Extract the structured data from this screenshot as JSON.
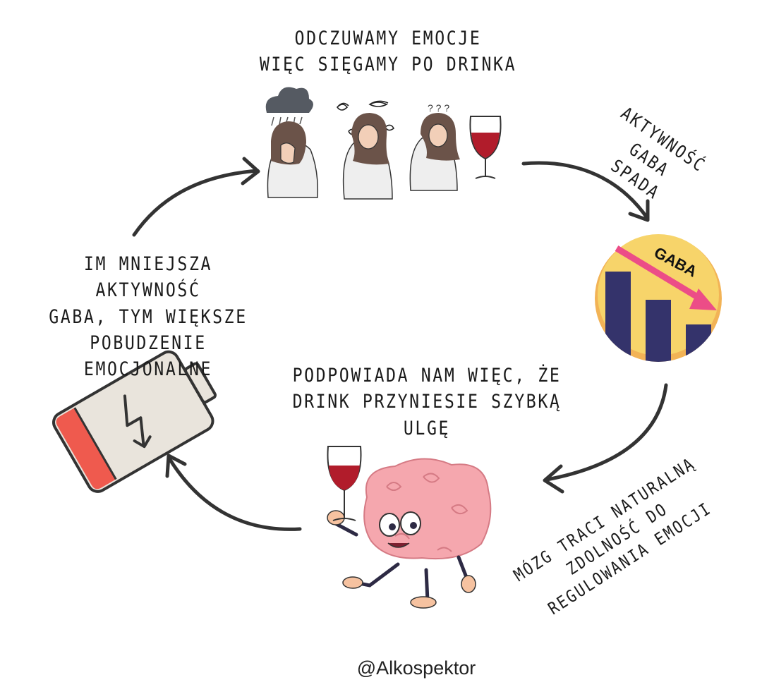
{
  "cycle": {
    "top_label": "ODCZUWAMY  EMOCJE\nWIĘC SIĘGAMY PO DRINKA",
    "gaba_drop_label": "AKTYWNOŚĆ GABA\nSPADA",
    "brain_loses_label": "MÓZG TRACI NATURALNĄ\nZDOLNOŚĆ DO\nREGULOWANIA EMOCJI",
    "brain_suggests_label": "PODPOWIADA NAM WIĘC, ŻE\nDRINK PRZYNIESIE SZYBKĄ\nULGĘ",
    "left_label": "IM MNIEJSZA AKTYWNOŚĆ\nGABA, TYM WIĘKSZE\nPOBUDZENIE EMOCJONALNE"
  },
  "gaba_badge": {
    "text": "GABA"
  },
  "credit": "@Alkospektor",
  "colors": {
    "arrow": "#333333",
    "badge_bg": "#f7d46a",
    "badge_ring": "#f2b356",
    "bars": "#34336b",
    "trend_arrow": "#ec4d87",
    "wine": "#b11c2b",
    "brain": "#f5a7ae",
    "battery_body": "#e9e4dc",
    "battery_low": "#ef5a4e"
  },
  "icons": [
    "rain-cloud-icon",
    "scribble-icon",
    "question-marks-icon",
    "wine-glass-icon",
    "lightning-icon"
  ]
}
